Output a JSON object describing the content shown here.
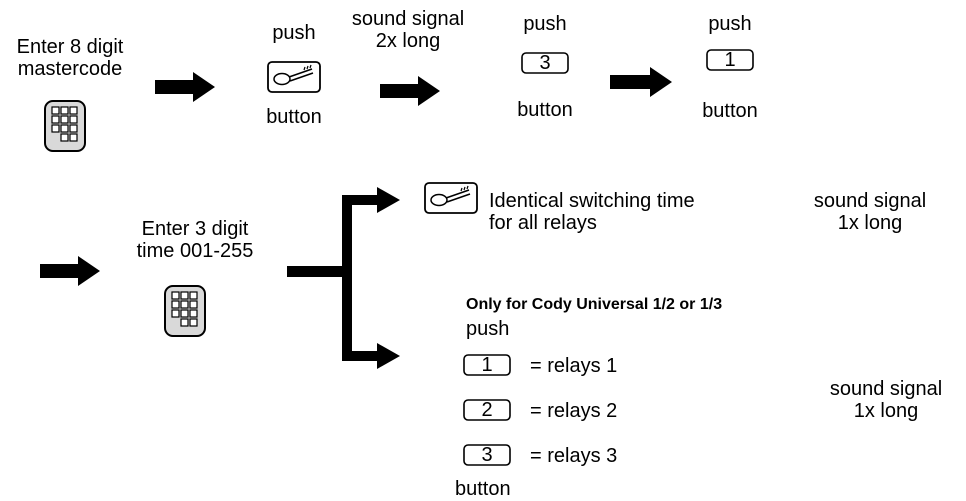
{
  "step1": {
    "line1": "Enter 8 digit",
    "line2": "mastercode",
    "icon": "keypad-icon"
  },
  "step2": {
    "above": "push",
    "below": "button",
    "icon": "key-icon"
  },
  "signal_top": {
    "line1": "sound signal",
    "line2": "2x long"
  },
  "step3": {
    "above": "push",
    "key": "3",
    "below": "button"
  },
  "step4": {
    "above": "push",
    "key": "1",
    "below": "button"
  },
  "step5": {
    "line1": "Enter 3 digit",
    "line2": "time 001-255",
    "icon": "keypad-icon"
  },
  "branch_a": {
    "icon": "key-icon",
    "line1": "Identical switching time",
    "line2": "for all relays",
    "signal_line1": "sound signal",
    "signal_line2": "1x long"
  },
  "branch_b": {
    "heading": "Only for Cody Universal 1/2 or 1/3",
    "push": "push",
    "options": [
      {
        "key": "1",
        "label": "= relays 1"
      },
      {
        "key": "2",
        "label": "= relays 2"
      },
      {
        "key": "3",
        "label": "= relays 3"
      }
    ],
    "button": "button",
    "signal_line1": "sound signal",
    "signal_line2": "1x long"
  }
}
